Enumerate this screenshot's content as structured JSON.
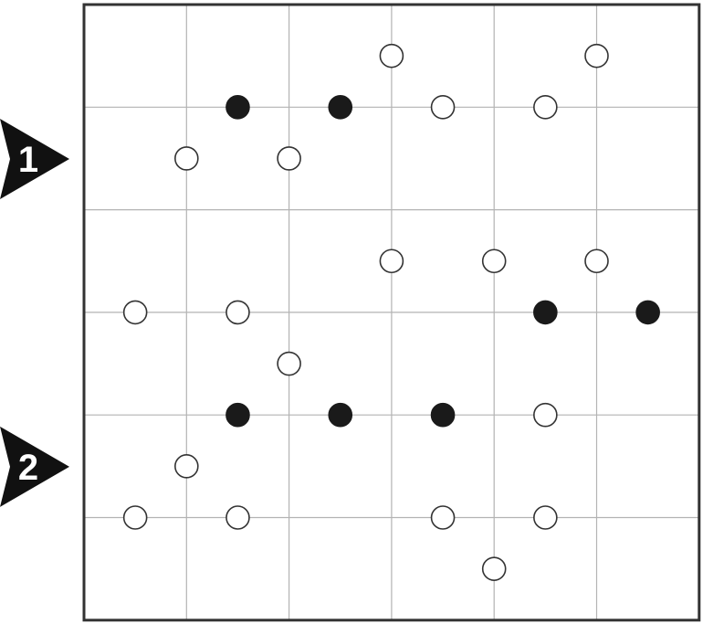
{
  "puzzle": {
    "type": "grid-dot-puzzle",
    "grid": {
      "columns": 6,
      "rows": 6
    },
    "colors": {
      "border": "#333333",
      "grid_line": "#b3b3b3",
      "black_dot": "#1a1a1a",
      "white_dot_fill": "#ffffff",
      "white_dot_stroke": "#333333",
      "marker_fill": "#111111",
      "marker_text": "#ffffff"
    },
    "row_markers": [
      {
        "label": "1",
        "row": 1
      },
      {
        "label": "2",
        "row": 4
      }
    ],
    "dots": [
      {
        "color": "white",
        "gx": 3.0,
        "gy": 0.5
      },
      {
        "color": "white",
        "gx": 5.0,
        "gy": 0.5
      },
      {
        "color": "black",
        "gx": 1.5,
        "gy": 1.0
      },
      {
        "color": "black",
        "gx": 2.5,
        "gy": 1.0
      },
      {
        "color": "white",
        "gx": 3.5,
        "gy": 1.0
      },
      {
        "color": "white",
        "gx": 4.5,
        "gy": 1.0
      },
      {
        "color": "white",
        "gx": 1.0,
        "gy": 1.5
      },
      {
        "color": "white",
        "gx": 2.0,
        "gy": 1.5
      },
      {
        "color": "white",
        "gx": 3.0,
        "gy": 2.5
      },
      {
        "color": "white",
        "gx": 4.0,
        "gy": 2.5
      },
      {
        "color": "white",
        "gx": 5.0,
        "gy": 2.5
      },
      {
        "color": "white",
        "gx": 0.5,
        "gy": 3.0
      },
      {
        "color": "white",
        "gx": 1.5,
        "gy": 3.0
      },
      {
        "color": "black",
        "gx": 4.5,
        "gy": 3.0
      },
      {
        "color": "black",
        "gx": 5.5,
        "gy": 3.0
      },
      {
        "color": "white",
        "gx": 2.0,
        "gy": 3.5
      },
      {
        "color": "black",
        "gx": 1.5,
        "gy": 4.0
      },
      {
        "color": "black",
        "gx": 2.5,
        "gy": 4.0
      },
      {
        "color": "black",
        "gx": 3.5,
        "gy": 4.0
      },
      {
        "color": "white",
        "gx": 4.5,
        "gy": 4.0
      },
      {
        "color": "white",
        "gx": 1.0,
        "gy": 4.5
      },
      {
        "color": "white",
        "gx": 0.5,
        "gy": 5.0
      },
      {
        "color": "white",
        "gx": 1.5,
        "gy": 5.0
      },
      {
        "color": "white",
        "gx": 3.5,
        "gy": 5.0
      },
      {
        "color": "white",
        "gx": 4.5,
        "gy": 5.0
      },
      {
        "color": "white",
        "gx": 4.0,
        "gy": 5.5
      }
    ]
  }
}
